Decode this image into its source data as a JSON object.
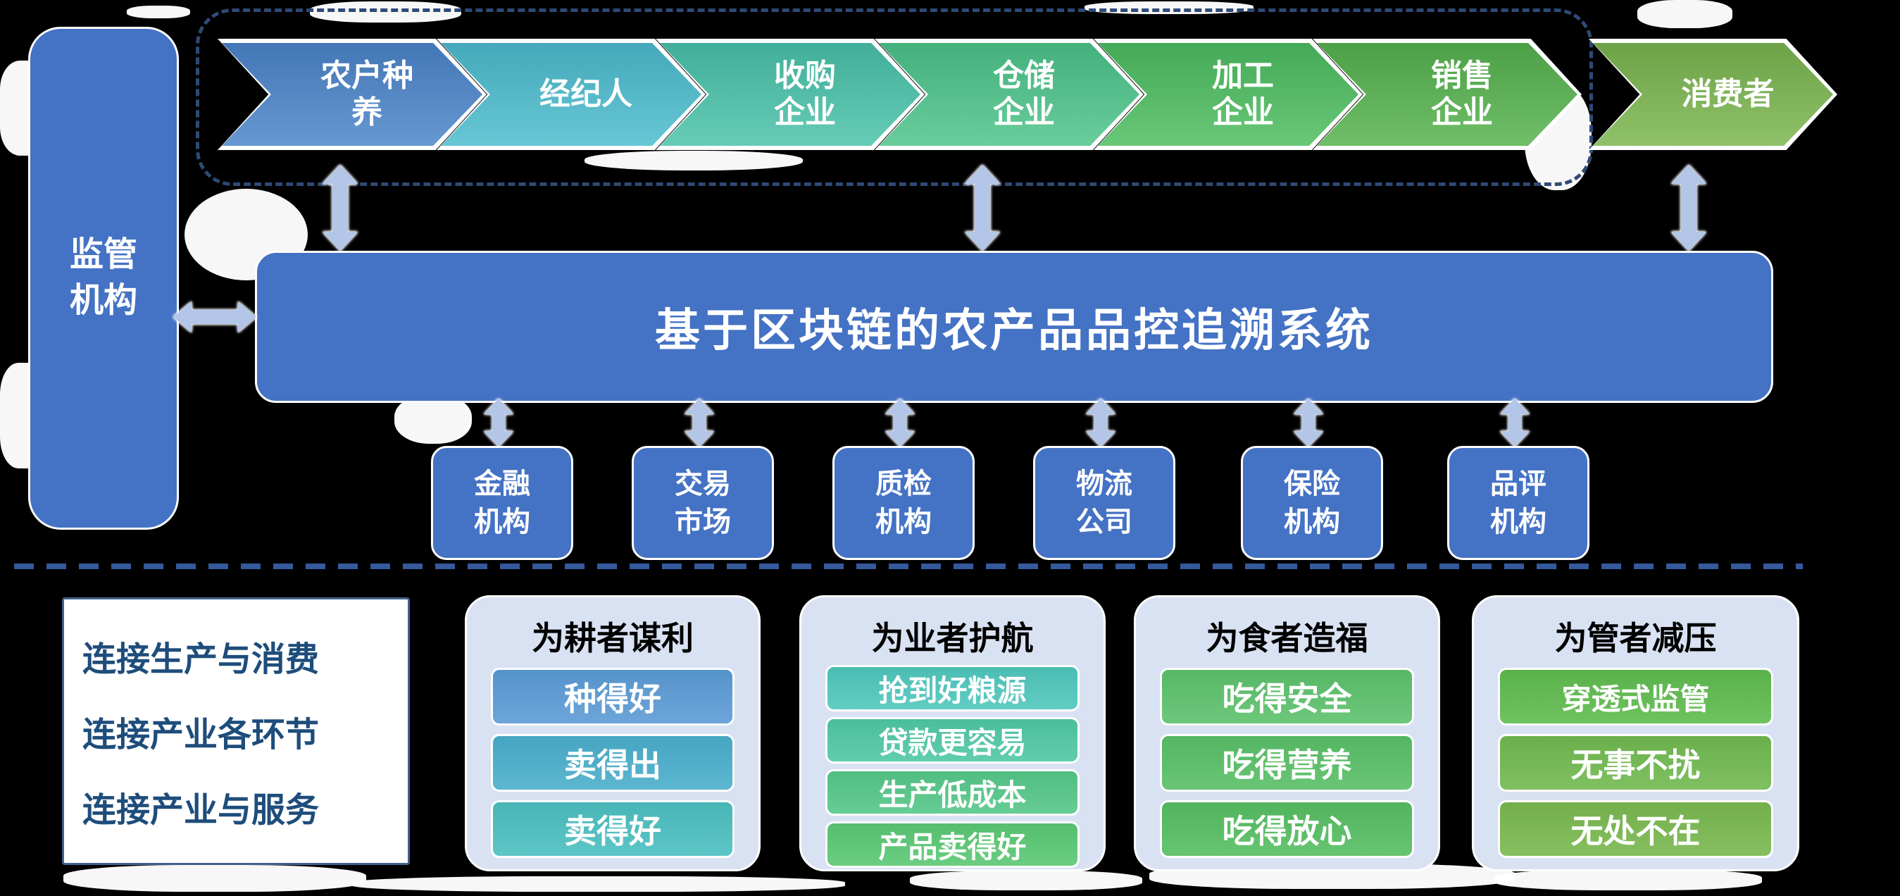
{
  "main_system": {
    "label": "基于区块链的农产品品控追溯系统",
    "color": "#4472c4"
  },
  "regulator": {
    "label": "监管\n机构",
    "color": "#4472c4"
  },
  "supply_chain": {
    "steps": [
      {
        "label": "农户种\n养",
        "color": "#4a84c8"
      },
      {
        "label": "经纪人",
        "color": "#4bbccd"
      },
      {
        "label": "收购\n企业",
        "color": "#49c2a8"
      },
      {
        "label": "仓储\n企业",
        "color": "#4cc488"
      },
      {
        "label": "加工\n企业",
        "color": "#4cbd5e"
      },
      {
        "label": "销售\n企业",
        "color": "#55b24c"
      },
      {
        "label": "消费者",
        "color": "#7ab54d"
      }
    ]
  },
  "institutions": {
    "items": [
      {
        "label": "金融\n机构",
        "color": "#4472c4"
      },
      {
        "label": "交易\n市场",
        "color": "#4472c4"
      },
      {
        "label": "质检\n机构",
        "color": "#4472c4"
      },
      {
        "label": "物流\n公司",
        "color": "#4472c4"
      },
      {
        "label": "保险\n机构",
        "color": "#4472c4"
      },
      {
        "label": "品评\n机构",
        "color": "#4472c4"
      }
    ]
  },
  "connections": {
    "items": [
      "连接生产与消费",
      "连接产业各环节",
      "连接产业与服务"
    ],
    "text_color": "#1e4d7b"
  },
  "benefit_panels": [
    {
      "title": "为耕者谋利",
      "items": [
        {
          "label": "种得好",
          "color": "#5b9bd5"
        },
        {
          "label": "卖得出",
          "color": "#4aaecb"
        },
        {
          "label": "卖得好",
          "color": "#4bbfc0"
        }
      ]
    },
    {
      "title": "为业者护航",
      "items": [
        {
          "label": "抢到好粮源",
          "color": "#4fc7bc"
        },
        {
          "label": "贷款更容易",
          "color": "#4fc8a3"
        },
        {
          "label": "生产低成本",
          "color": "#55c788"
        },
        {
          "label": "产品卖得好",
          "color": "#5ac873"
        }
      ]
    },
    {
      "title": "为食者造福",
      "items": [
        {
          "label": "吃得安全",
          "color": "#5cc16b"
        },
        {
          "label": "吃得营养",
          "color": "#58bf66"
        },
        {
          "label": "吃得放心",
          "color": "#55be61"
        }
      ]
    },
    {
      "title": "为管者减压",
      "items": [
        {
          "label": "穿透式监管",
          "color": "#5fbb4d"
        },
        {
          "label": "无事不扰",
          "color": "#71b94f"
        },
        {
          "label": "无处不在",
          "color": "#79b84e"
        }
      ]
    }
  ],
  "colors": {
    "arrow": "#b3c6e7",
    "dashed_boundary": "#2e4a76",
    "divider": "#34599c",
    "panel_bg": "#d9e2f2"
  }
}
